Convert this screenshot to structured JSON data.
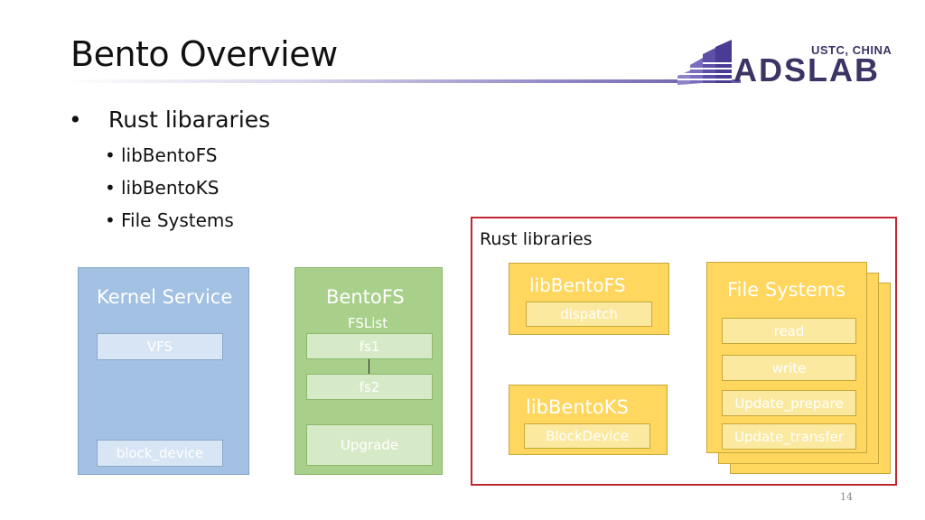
{
  "slide": {
    "title": "Bento Overview",
    "page_number": "14"
  },
  "logo": {
    "top_text": "USTC, CHINA",
    "main_text": "ADSLAB"
  },
  "bullets": {
    "main": "Rust libararies",
    "sub": [
      "libBentoFS",
      "libBentoKS",
      "File Systems"
    ]
  },
  "diagram": {
    "kernel": {
      "title": "Kernel Service",
      "vfs": "VFS",
      "block_device": "block_device"
    },
    "bentofs": {
      "title": "BentoFS",
      "fslist": "FSList",
      "fs1": "fs1",
      "fs2": "fs2",
      "upgrade": "Upgrade"
    },
    "rust_libraries": {
      "label": "Rust libraries",
      "libbentofs": {
        "title": "libBentoFS",
        "dispatch": "dispatch"
      },
      "libbentoks": {
        "title": "libBentoKS",
        "blockdevice": "BlockDevice"
      },
      "file_systems": {
        "title": "File Systems",
        "ops": [
          "read",
          "write",
          "Update_prepare",
          "Update_transfer"
        ]
      }
    }
  }
}
